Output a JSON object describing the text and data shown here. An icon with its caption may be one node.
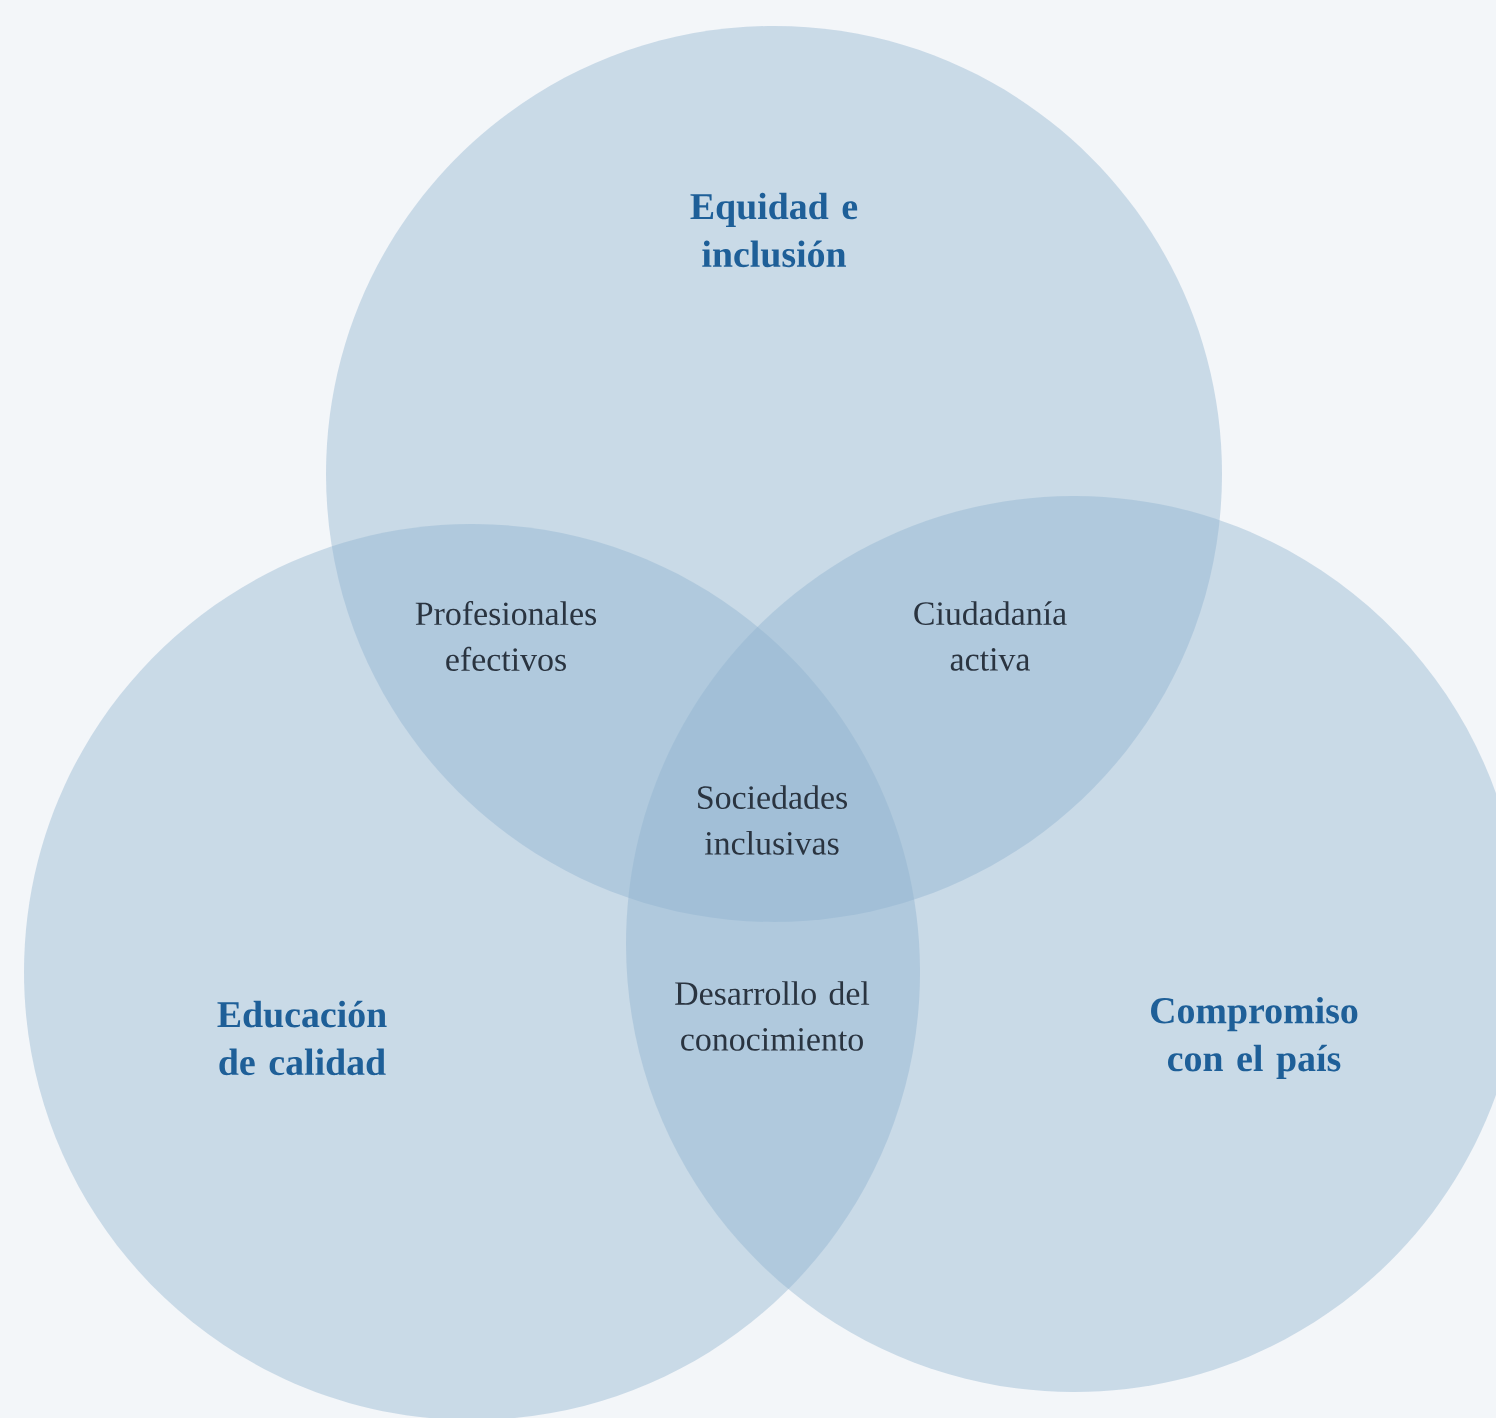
{
  "diagram": {
    "nodes": [
      {
        "text": [
          "Equidad e inclusión"
        ]
      },
      {
        "text": [
          "Educación de calidad"
        ]
      },
      {
        "text": [
          "Compromiso con el país"
        ]
      }
    ],
    "edges": [],
    "labels": [
      "Profesionales efectivos",
      "Ciudadanía activa",
      "Sociedades inclusivas",
      "Desarrollo del conocimiento"
    ]
  }
}
